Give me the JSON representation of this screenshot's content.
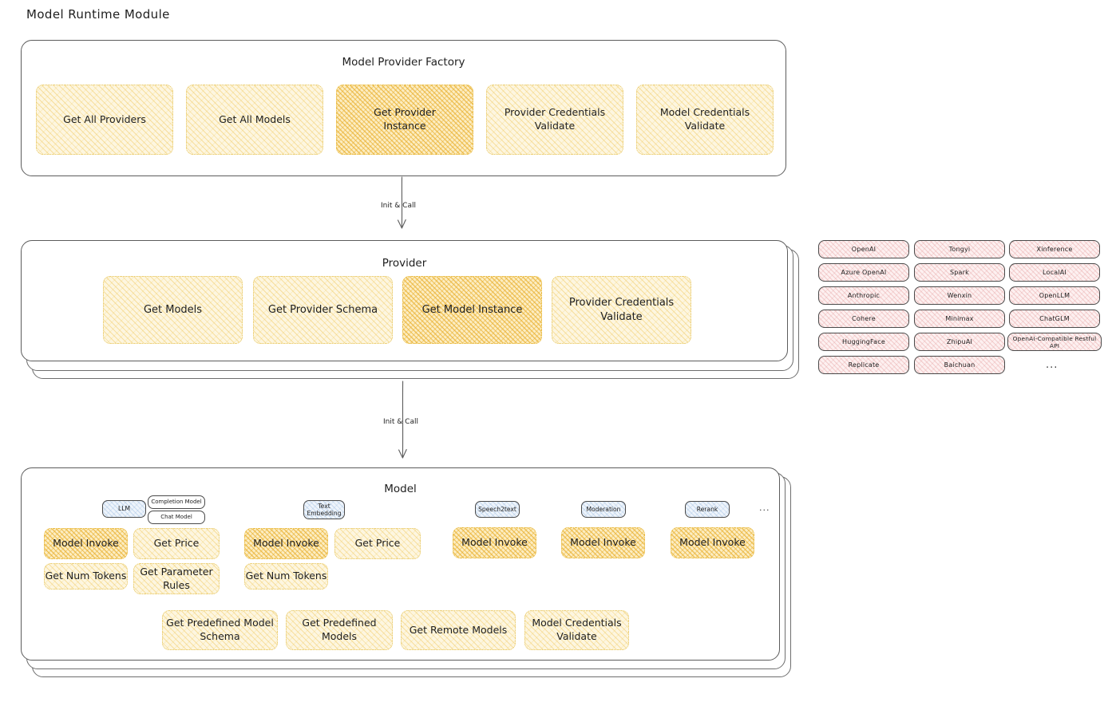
{
  "title": "Model Runtime Module",
  "sections": {
    "factory": {
      "title": "Model Provider Factory",
      "nodes": [
        {
          "label": "Get All Providers",
          "highlighted": false
        },
        {
          "label": "Get All Models",
          "highlighted": false
        },
        {
          "label": "Get Provider\nInstance",
          "highlighted": true
        },
        {
          "label": "Provider Credentials\nValidate",
          "highlighted": false
        },
        {
          "label": "Model Credentials\nValidate",
          "highlighted": false
        }
      ]
    },
    "provider": {
      "title": "Provider",
      "nodes": [
        {
          "label": "Get Models",
          "highlighted": false
        },
        {
          "label": "Get Provider Schema",
          "highlighted": false
        },
        {
          "label": "Get Model Instance",
          "highlighted": true
        },
        {
          "label": "Provider Credentials\nValidate",
          "highlighted": false
        }
      ]
    },
    "model": {
      "title": "Model",
      "types": [
        {
          "name": "LLM",
          "style": "blue",
          "subtypes": [
            "Completion Model",
            "Chat Model"
          ],
          "methods": [
            {
              "label": "Model Invoke",
              "highlighted": true
            },
            {
              "label": "Get Price",
              "highlighted": false
            },
            {
              "label": "Get Num Tokens",
              "highlighted": false
            },
            {
              "label": "Get Parameter\nRules",
              "highlighted": false
            }
          ]
        },
        {
          "name": "Text\nEmbedding",
          "style": "blue",
          "subtypes": [],
          "methods": [
            {
              "label": "Model Invoke",
              "highlighted": true
            },
            {
              "label": "Get Price",
              "highlighted": false
            },
            {
              "label": "Get Num Tokens",
              "highlighted": false
            }
          ]
        },
        {
          "name": "Speech2text",
          "style": "blue",
          "subtypes": [],
          "methods": [
            {
              "label": "Model Invoke",
              "highlighted": true
            }
          ]
        },
        {
          "name": "Moderation",
          "style": "blue",
          "subtypes": [],
          "methods": [
            {
              "label": "Model Invoke",
              "highlighted": true
            }
          ]
        },
        {
          "name": "Rerank",
          "style": "blue",
          "subtypes": [],
          "methods": [
            {
              "label": "Model Invoke",
              "highlighted": true
            }
          ]
        }
      ],
      "more": "...",
      "shared_methods": [
        {
          "label": "Get Predefined Model\nSchema",
          "highlighted": false
        },
        {
          "label": "Get Predefined\nModels",
          "highlighted": false
        },
        {
          "label": "Get Remote Models",
          "highlighted": false
        },
        {
          "label": "Model Credentials\nValidate",
          "highlighted": false
        }
      ]
    }
  },
  "connectors": [
    {
      "label": "Init & Call"
    },
    {
      "label": "Init & Call"
    }
  ],
  "provider_list": {
    "columns": [
      [
        "OpenAI",
        "Azure OpenAI",
        "Anthropic",
        "Cohere",
        "HuggingFace",
        "Replicate"
      ],
      [
        "Tongyi",
        "Spark",
        "Wenxin",
        "Minimax",
        "ZhipuAI",
        "Baichuan"
      ],
      [
        "Xinference",
        "LocalAI",
        "OpenLLM",
        "ChatGLM",
        "OpenAI-Compatible Restful API"
      ]
    ],
    "more": "..."
  },
  "colors": {
    "node_fill": "#fdf6e0",
    "node_highlight": "#fcedc2",
    "node_border": "#e6c55c",
    "chip_fill": "#fdf0f0",
    "pill_fill": "#eef4fb",
    "container_border": "#5c5c5c",
    "text": "#1e1e1e"
  }
}
